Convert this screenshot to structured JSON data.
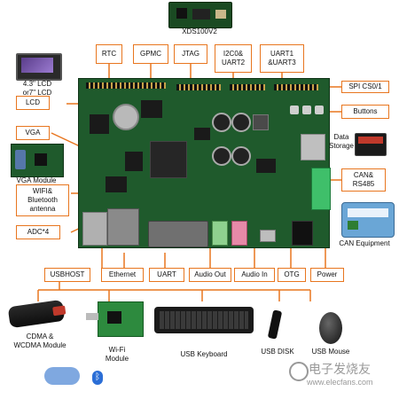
{
  "title_module": "XDS100V2",
  "labels": {
    "rtc": "RTC",
    "gpmc": "GPMC",
    "jtag": "JTAG",
    "i2c_uart2": "I2C0&\nUART2",
    "uart1_uart3": "UART1\n&UART3",
    "spi": "SPI CS0/1",
    "buttons": "Buttons",
    "data_storage": "Data\nStorage",
    "can": "CAN&\nRS485",
    "lcd_size": "4.3\" LCD\nor7\" LCD",
    "lcd": "LCD",
    "vga": "VGA",
    "vga_module": "VGA Module",
    "wifi_bt": "WIFI&\nBluetooth\nantenna",
    "adc": "ADC*4",
    "can_equipment": "CAN Equipment",
    "usbhost": "USBHOST",
    "ethernet": "Ethernet",
    "uart": "UART",
    "audio_out": "Audio Out",
    "audio_in": "Audio In",
    "otg": "OTG",
    "power": "Power"
  },
  "devices": {
    "cdma": "CDMA &\nWCDMA Module",
    "wifi_module": "Wi-Fi\nModule",
    "usb_keyboard": "USB Keyboard",
    "usb_disk": "USB DISK",
    "usb_mouse": "USB Mouse"
  },
  "watermark": {
    "cn": "电子发烧友",
    "url": "www.elecfans.com"
  },
  "colors": {
    "accent": "#e8761f",
    "pcb": "#1f5a2c",
    "pcb_dark": "#163f20"
  }
}
